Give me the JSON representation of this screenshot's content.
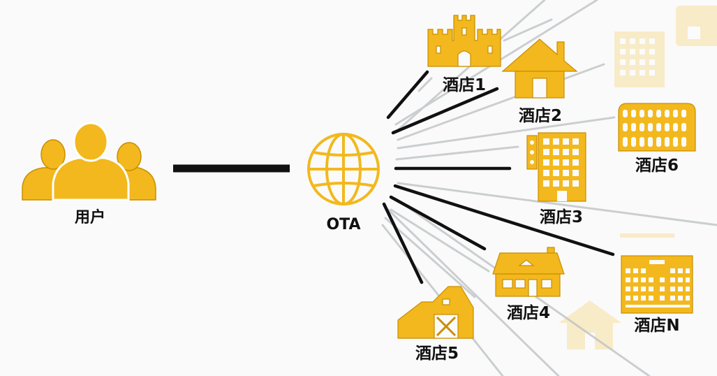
{
  "labels": {
    "user": "用户",
    "ota": "OTA",
    "hotel1": "酒店1",
    "hotel2": "酒店2",
    "hotel3": "酒店3",
    "hotel4": "酒店4",
    "hotel5": "酒店5",
    "hotel6": "酒店6",
    "hotelN": "酒店N"
  },
  "colors": {
    "icon_fill": "#f2b81d",
    "icon_stroke": "#c98e00",
    "line_dark": "#111111",
    "line_faded": "#bfc2c4"
  },
  "icons": {
    "user": "users-group-icon",
    "ota": "globe-icon",
    "hotel1": "castle-icon",
    "hotel2": "house-icon",
    "hotel3": "tower-building-icon",
    "hotel4": "cottage-icon",
    "hotel5": "barn-icon",
    "hotel6": "colosseum-icon",
    "hotelN": "apartment-building-icon"
  }
}
